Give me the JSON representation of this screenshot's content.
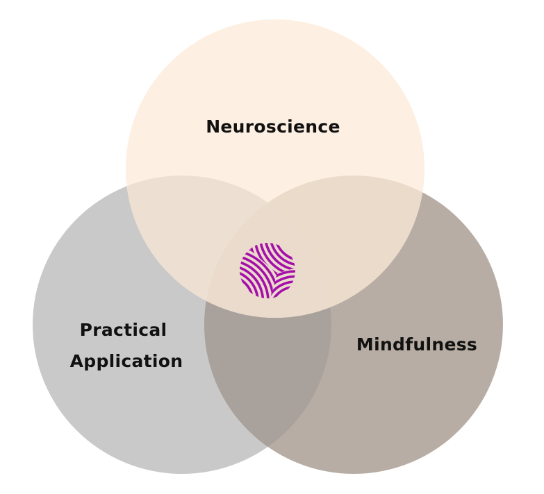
{
  "diagram": {
    "type": "venn",
    "sets": [
      {
        "id": "neuroscience",
        "label_lines": [
          "Neuroscience"
        ],
        "color": "#FDEFE1"
      },
      {
        "id": "practical",
        "label_lines": [
          "Practical",
          "Application"
        ],
        "color": "#C9C9C9"
      },
      {
        "id": "mindfulness",
        "label_lines": [
          "Mindfulness"
        ],
        "color": "#B8ADA4"
      }
    ],
    "overlap_colors": {
      "neuroscience_practical": "#EDE0D3",
      "neuroscience_mindfulness": "#EADBCB",
      "practical_mindfulness": "#A9A19C",
      "all": "#EADBCC"
    },
    "center_logo": {
      "icon": "swirl-lines-logo-icon",
      "color": "#A30FA8"
    }
  }
}
